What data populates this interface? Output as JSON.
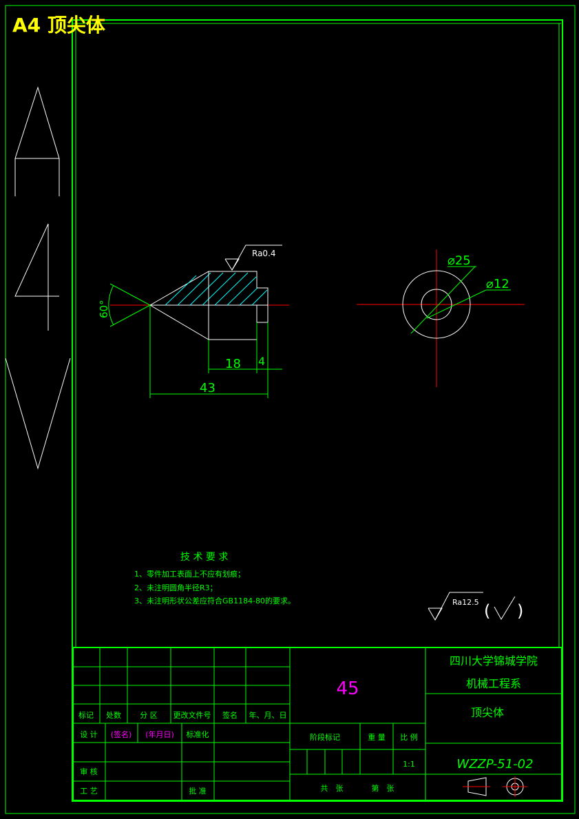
{
  "header": {
    "label": "A4 顶尖体"
  },
  "drawing": {
    "angle": "60°",
    "dim_length_total": "43",
    "dim_length_mid": "18",
    "dim_length_small": "4",
    "roughness_top": "Ra0.4",
    "dia_outer": "⌀25",
    "dia_inner": "⌀12"
  },
  "tech": {
    "title": "技 术 要 求",
    "items": [
      "1、零件加工表面上不应有划痕；",
      "2、未注明圆角半径R3；",
      "3、未注明形状公差应符合GB1184-80的要求。"
    ]
  },
  "roughness_general": {
    "text": "Ra12.5",
    "paren_open": "(",
    "paren_close": ")"
  },
  "title_block": {
    "material": "45",
    "school": "四川大学锦城学院",
    "dept": "机械工程系",
    "part_name": "顶尖体",
    "drawing_no": "WZZP-51-02",
    "scale_value": "1:1",
    "col_mark": "标记",
    "col_count": "处数",
    "col_zone": "分 区",
    "col_doc": "更改文件号",
    "col_sign": "签名",
    "col_date": "年、月、日",
    "design": "设 计",
    "design_sign": "(签名)",
    "design_date": "(年月日)",
    "standard": "标准化",
    "stage": "阶段标记",
    "weight": "重 量",
    "scale": "比 例",
    "review": "审 核",
    "process": "工 艺",
    "approve": "批 准",
    "sheets_total": "共　张",
    "sheet_no": "第　张"
  },
  "colors": {
    "border": "#00ff00",
    "text_green": "#00ff00",
    "center_line": "#ff0000",
    "hatch": "#00ffff",
    "magenta": "#ff00ff",
    "yellow": "#ffff00",
    "white": "#ffffff"
  }
}
